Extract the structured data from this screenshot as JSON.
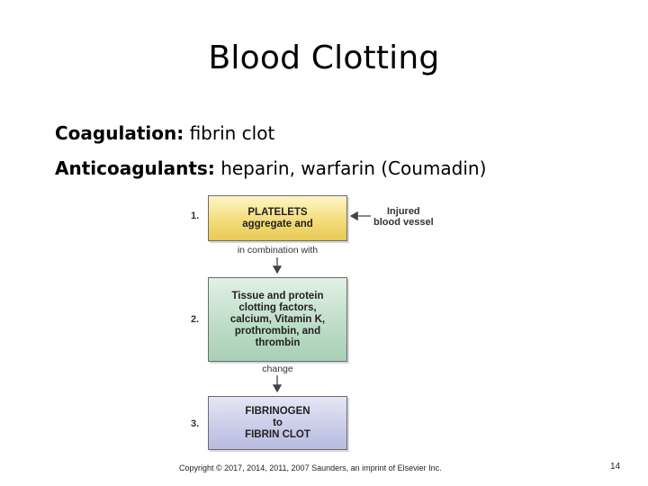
{
  "slide": {
    "title": "Blood Clotting",
    "bullets": [
      {
        "term": "Coagulation:",
        "text": " fibrin clot"
      },
      {
        "term": "Anticoagulants:",
        "text": " heparin, warfarin (Coumadin)"
      }
    ]
  },
  "diagram": {
    "steps": [
      {
        "number": "1.",
        "text": "PLATELETS\naggregate and"
      },
      {
        "number": "2.",
        "text": "Tissue and protein\nclotting factors,\ncalcium, Vitamin K,\nprothrombin, and\nthrombin"
      },
      {
        "number": "3.",
        "text": "FIBRINOGEN\nto\nFIBRIN CLOT"
      }
    ],
    "connectors": [
      "in combination with",
      "change"
    ],
    "side_label": "Injured\nblood vessel",
    "colors": {
      "step1": "#f3dc7a",
      "step2": "#bcdcc6",
      "step3": "#c9cbe8"
    }
  },
  "footer": {
    "copyright": "Copyright © 2017, 2014, 2011, 2007 Saunders, an imprint of Elsevier Inc.",
    "page_number": "14"
  }
}
